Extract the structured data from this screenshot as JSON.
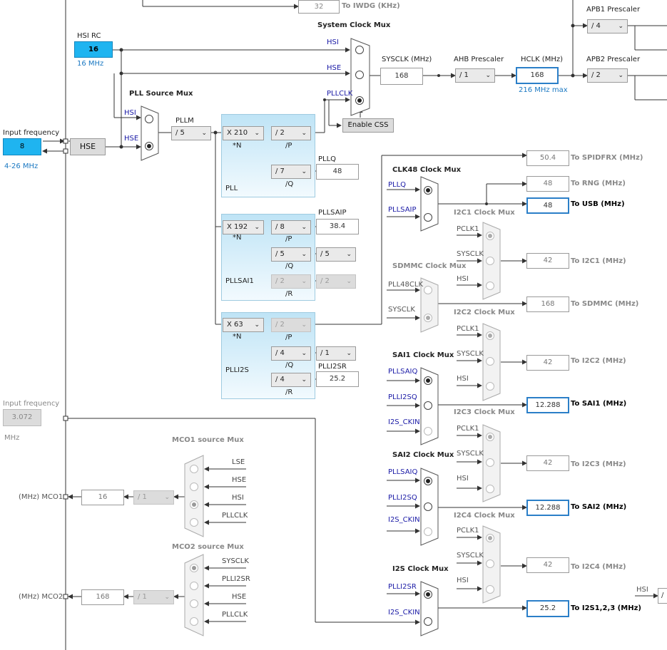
{
  "top": {
    "iwdg_value": "32",
    "iwdg_label": "To IWDG (KHz)"
  },
  "hsi_rc": {
    "label": "HSI RC",
    "value": "16",
    "freq": "16 MHz"
  },
  "input_freq": {
    "label": "Input frequency",
    "value": "8",
    "range": "4-26 MHz",
    "hse_label": "HSE"
  },
  "pll_source_mux": {
    "title": "PLL Source Mux",
    "in1": "HSI",
    "in2": "HSE"
  },
  "system_clock_mux": {
    "title": "System Clock Mux",
    "in1": "HSI",
    "in2": "HSE",
    "in3": "PLLCLK",
    "css": "Enable CSS"
  },
  "sysclk": {
    "label": "SYSCLK (MHz)",
    "value": "168"
  },
  "ahb": {
    "label": "AHB Prescaler",
    "value": "/ 1"
  },
  "hclk": {
    "label": "HCLK (MHz)",
    "value": "168",
    "max": "216 MHz max"
  },
  "apb1": {
    "label": "APB1 Prescaler",
    "value": "/ 4"
  },
  "apb2": {
    "label": "APB2 Prescaler",
    "value": "/ 2"
  },
  "pllm": {
    "label": "PLLM",
    "value": "/ 5"
  },
  "pll": {
    "n": "X 210",
    "n_label": "*N",
    "p": "/ 2",
    "p_label": "/P",
    "q": "/ 7",
    "q_label": "/Q",
    "title": "PLL",
    "pllq_label": "PLLQ",
    "pllq_value": "48"
  },
  "pllsai": {
    "n": "X 192",
    "n_label": "*N",
    "p": "/ 8",
    "p_label": "/P",
    "q": "/ 5",
    "q2": "/ 5",
    "q_label": "/Q",
    "r": "/ 2",
    "r2": "/ 2",
    "r_label": "/R",
    "title": "PLLSAI1",
    "sap_label": "PLLSAIP",
    "sap_value": "38.4"
  },
  "plli2s": {
    "n": "X 63",
    "n_label": "*N",
    "p": "/ 2",
    "p_label": "/P",
    "q": "/ 4",
    "q2": "/ 1",
    "q_label": "/Q",
    "r": "/ 4",
    "r_label": "/R",
    "title": "PLLI2S",
    "r_out_label": "PLLI2SR",
    "r_out_value": "25.2"
  },
  "outputs": {
    "spidfrx": {
      "value": "50.4",
      "label": "To SPIDFRX (MHz)"
    },
    "rng": {
      "value": "48",
      "label": "To RNG (MHz)"
    },
    "usb": {
      "value": "48",
      "label": "To USB (MHz)"
    },
    "i2c1": {
      "value": "42",
      "label": "To I2C1 (MHz)"
    },
    "sdmmc": {
      "value": "168",
      "label": "To SDMMC (MHz)"
    },
    "i2c2": {
      "value": "42",
      "label": "To I2C2 (MHz)"
    },
    "sai1": {
      "value": "12.288",
      "label": "To SAI1 (MHz)"
    },
    "i2c3": {
      "value": "42",
      "label": "To I2C3 (MHz)"
    },
    "sai2": {
      "value": "12.288",
      "label": "To SAI2 (MHz)"
    },
    "i2c4": {
      "value": "42",
      "label": "To I2C4 (MHz)"
    },
    "i2s": {
      "value": "25.2",
      "label": "To I2S1,2,3 (MHz)"
    }
  },
  "clk48_mux": {
    "title": "CLK48 Clock Mux",
    "in1": "PLLQ",
    "in2": "PLLSAIP"
  },
  "sdmmc_mux": {
    "title": "SDMMC Clock Mux",
    "in1": "PLL48CLK",
    "in2": "SYSCLK"
  },
  "i2c1_mux": {
    "title": "I2C1 Clock Mux",
    "in1": "PCLK1",
    "in2": "SYSCLK",
    "in3": "HSI"
  },
  "i2c2_mux": {
    "title": "I2C2 Clock Mux",
    "in1": "PCLK1",
    "in2": "SYSCLK",
    "in3": "HSI"
  },
  "i2c3_mux": {
    "title": "I2C3 Clock Mux",
    "in1": "PCLK1",
    "in2": "SYSCLK",
    "in3": "HSI"
  },
  "i2c4_mux": {
    "title": "I2C4 Clock Mux",
    "in1": "PCLK1",
    "in2": "SYSCLK",
    "in3": "HSI"
  },
  "sai1_mux": {
    "title": "SAI1 Clock Mux",
    "in1": "PLLSAIQ",
    "in2": "PLLI2SQ",
    "in3": "I2S_CKIN"
  },
  "sai2_mux": {
    "title": "SAI2 Clock Mux",
    "in1": "PLLSAIQ",
    "in2": "PLLI2SQ",
    "in3": "I2S_CKIN"
  },
  "i2s_mux": {
    "title": "I2S Clock Mux",
    "in1": "PLLI2SR",
    "in2": "I2S_CKIN"
  },
  "input_freq2": {
    "label": "Input frequency",
    "value": "3.072",
    "unit": "MHz"
  },
  "mco1": {
    "title": "MCO1 source Mux",
    "in1": "LSE",
    "in2": "HSE",
    "in3": "HSI",
    "in4": "PLLCLK",
    "div": "/ 1",
    "value": "16",
    "label": "(MHz) MCO1"
  },
  "mco2": {
    "title": "MCO2 source Mux",
    "in1": "SYSCLK",
    "in2": "PLLI2SR",
    "in3": "HSE",
    "in4": "PLLCLK",
    "div": "/ 1",
    "value": "168",
    "label": "(MHz) MCO2"
  },
  "edge": {
    "hsi": "HSI",
    "slash": "/"
  }
}
